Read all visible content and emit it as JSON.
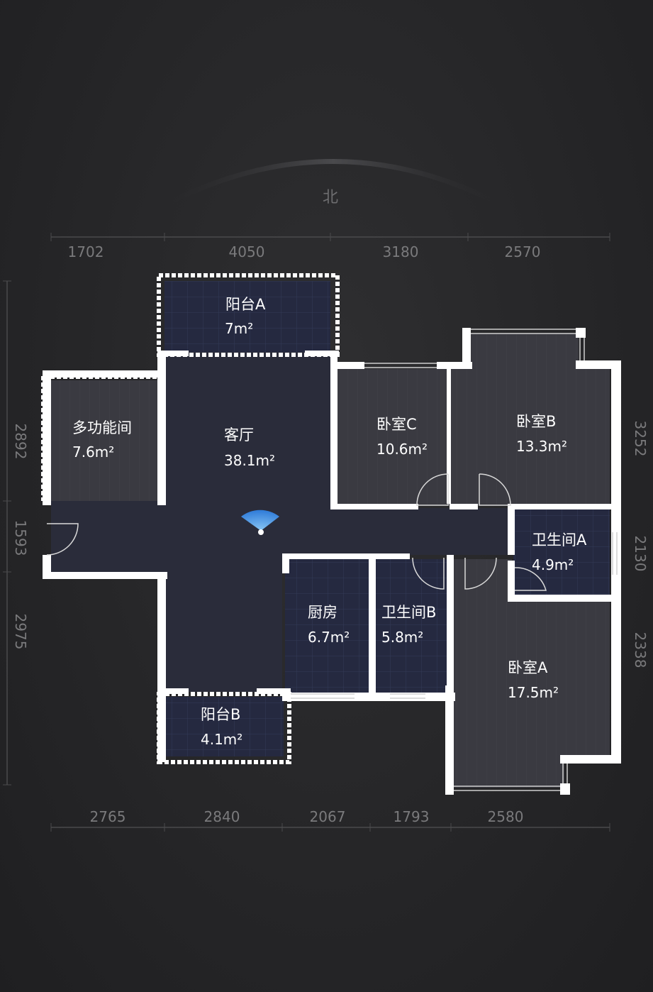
{
  "compass": {
    "label": "北"
  },
  "dimensions": {
    "top": [
      "1702",
      "4050",
      "3180",
      "2570"
    ],
    "bottom": [
      "2765",
      "2840",
      "2067",
      "1793",
      "2580"
    ],
    "left": [
      "2892",
      "1593",
      "2975"
    ],
    "right": [
      "3252",
      "2130",
      "2338"
    ]
  },
  "rooms": {
    "balcony_a": {
      "name": "阳台A",
      "area": "7m²"
    },
    "multi_room": {
      "name": "多功能间",
      "area": "7.6m²"
    },
    "living_room": {
      "name": "客厅",
      "area": "38.1m²"
    },
    "bedroom_c": {
      "name": "卧室C",
      "area": "10.6m²"
    },
    "bedroom_b": {
      "name": "卧室B",
      "area": "13.3m²"
    },
    "bathroom_a": {
      "name": "卫生间A",
      "area": "4.9m²"
    },
    "kitchen": {
      "name": "厨房",
      "area": "6.7m²"
    },
    "bathroom_b": {
      "name": "卫生间B",
      "area": "5.8m²"
    },
    "bedroom_a": {
      "name": "卧室A",
      "area": "17.5m²"
    },
    "balcony_b": {
      "name": "阳台B",
      "area": "4.1m²"
    }
  },
  "colors": {
    "wall": "#ffffff",
    "floor_tile": "#272a3f",
    "floor_wood": "#3b3b42",
    "floor_common": "#2a2c3a",
    "viewpoint": "#5aa9ff"
  }
}
